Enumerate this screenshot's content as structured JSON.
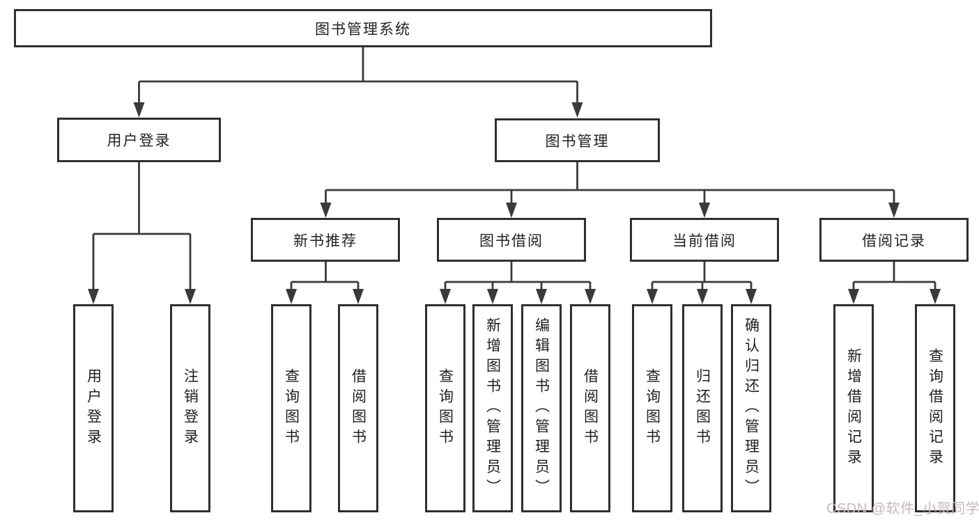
{
  "diagram": {
    "type": "hierarchy-diagram",
    "root": {
      "label": "图书管理系统",
      "children": [
        {
          "label": "用户登录",
          "children": [
            {
              "label": "用户登录"
            },
            {
              "label": "注销登录"
            }
          ]
        },
        {
          "label": "图书管理",
          "children": [
            {
              "label": "新书推荐",
              "children": [
                {
                  "label": "查询图书"
                },
                {
                  "label": "借阅图书"
                }
              ]
            },
            {
              "label": "图书借阅",
              "children": [
                {
                  "label": "查询图书"
                },
                {
                  "label": "新增图书（管理员）"
                },
                {
                  "label": "编辑图书（管理员）"
                },
                {
                  "label": "借阅图书"
                }
              ]
            },
            {
              "label": "当前借阅",
              "children": [
                {
                  "label": "查询图书"
                },
                {
                  "label": "归还图书"
                },
                {
                  "label": "确认归还（管理员）"
                }
              ]
            },
            {
              "label": "借阅记录",
              "children": [
                {
                  "label": "新增借阅记录"
                },
                {
                  "label": "查询借阅记录"
                }
              ]
            }
          ]
        }
      ]
    }
  },
  "watermark": {
    "text": "CSDN @软件_小贺同学"
  },
  "colors": {
    "background": "#ffffff",
    "line": "#3a3a3a",
    "box_border": "#2f2f2f",
    "box_background": "#ffffff",
    "text": "#1f1f1f",
    "watermark_text": "#c7b9ba"
  }
}
